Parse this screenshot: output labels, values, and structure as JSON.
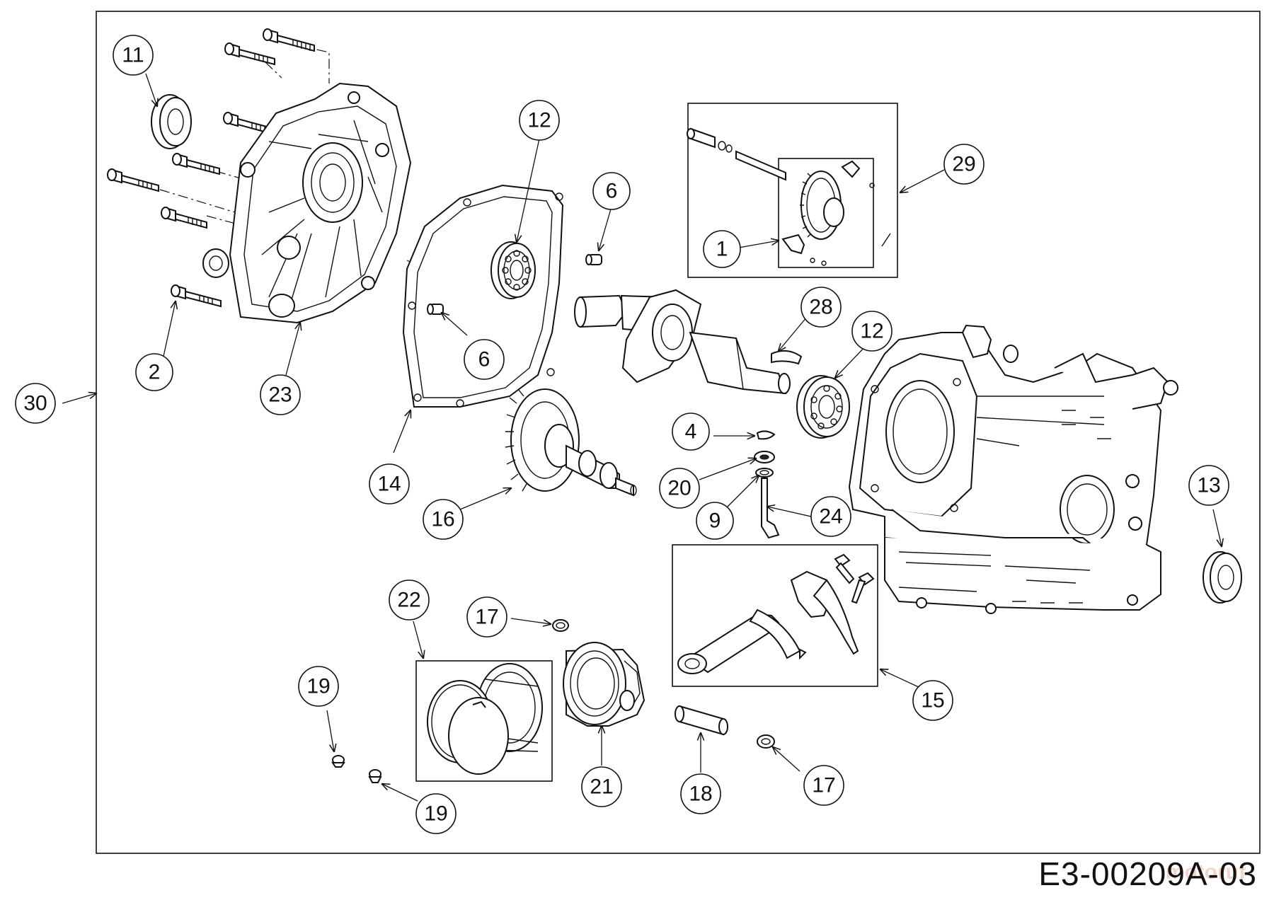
{
  "diagram": {
    "drawing_code": "E3-00209A-03",
    "watermark": "motoruf",
    "callouts": [
      {
        "id": "c11",
        "label": "11"
      },
      {
        "id": "c12a",
        "label": "12"
      },
      {
        "id": "c6a",
        "label": "6"
      },
      {
        "id": "c29",
        "label": "29"
      },
      {
        "id": "c1",
        "label": "1"
      },
      {
        "id": "c6b",
        "label": "6"
      },
      {
        "id": "c28",
        "label": "28"
      },
      {
        "id": "c12b",
        "label": "12"
      },
      {
        "id": "c2",
        "label": "2"
      },
      {
        "id": "c23",
        "label": "23"
      },
      {
        "id": "c30",
        "label": "30"
      },
      {
        "id": "c14",
        "label": "14"
      },
      {
        "id": "c4",
        "label": "4"
      },
      {
        "id": "c20",
        "label": "20"
      },
      {
        "id": "c9",
        "label": "9"
      },
      {
        "id": "c24",
        "label": "24"
      },
      {
        "id": "c16",
        "label": "16"
      },
      {
        "id": "c13",
        "label": "13"
      },
      {
        "id": "c22",
        "label": "22"
      },
      {
        "id": "c17a",
        "label": "17"
      },
      {
        "id": "c19a",
        "label": "19"
      },
      {
        "id": "c15",
        "label": "15"
      },
      {
        "id": "c21",
        "label": "21"
      },
      {
        "id": "c18",
        "label": "18"
      },
      {
        "id": "c17b",
        "label": "17"
      },
      {
        "id": "c19b",
        "label": "19"
      }
    ]
  }
}
